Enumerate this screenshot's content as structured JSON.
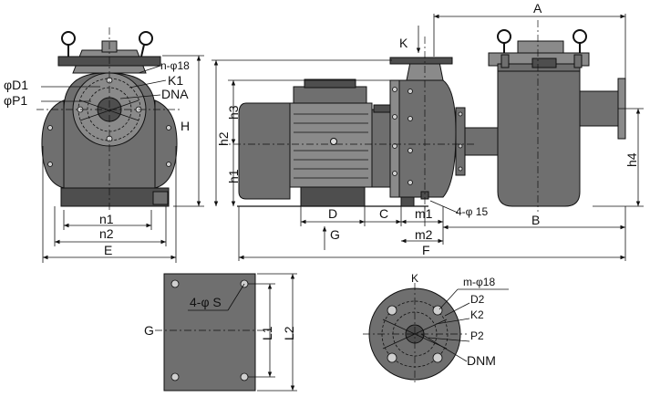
{
  "labels": {
    "A": "A",
    "B": "B",
    "C": "C",
    "D": "D",
    "E": "E",
    "F": "F",
    "G_arrow": "G",
    "G_side": "G",
    "H": "H",
    "h1": "h1",
    "h2": "h2",
    "h3": "h3",
    "h4": "h4",
    "K_arrow": "K",
    "K_top": "K",
    "L1": "L1",
    "L2": "L2",
    "m1": "m1",
    "m2": "m2",
    "n1": "n1",
    "n2": "n2",
    "n_phi18": "n-φ18",
    "K1": "K1",
    "DNA": "DNA",
    "phiD1": "φD1",
    "phiP1": "φP1",
    "four_phi15": "4-φ 15",
    "four_phiS": "4-φ S",
    "m_phi18": "m-φ18",
    "D2": "D2",
    "K2": "K2",
    "P2": "P2",
    "DNM": "DNM"
  },
  "colors": {
    "body": "#6f6f6f",
    "body_light": "#8a8a8a",
    "body_dark": "#4e4e4e",
    "line": "#111111",
    "background": "#ffffff"
  }
}
